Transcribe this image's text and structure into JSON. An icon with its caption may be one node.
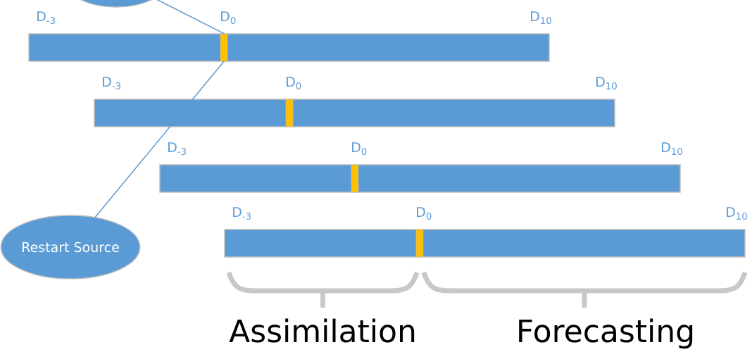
{
  "diagram": {
    "nodes": [
      {
        "text": [],
        "shape": "ellipse"
      },
      {
        "text": [],
        "shape": "bar",
        "beside": [
          "D$_{-3}$",
          "D$_{0}$",
          "D$_{10}$"
        ]
      },
      {
        "text": [],
        "shape": "bar",
        "in": 1
      },
      {
        "text": [],
        "shape": "bar",
        "beside": [
          "D$_{-3}$",
          "D$_{0}$",
          "D$_{10}$"
        ]
      },
      {
        "text": [],
        "shape": "bar",
        "in": 3
      },
      {
        "text": [],
        "shape": "bar",
        "beside": [
          "D$_{-3}$",
          "D$_{0}$",
          "D$_{10}$"
        ]
      },
      {
        "text": [],
        "shape": "bar",
        "in": 5
      },
      {
        "text": [],
        "shape": "bar",
        "beside": [
          "D$_{-3}$",
          "D$_{0}$",
          "D$_{10}$"
        ]
      },
      {
        "text": [],
        "shape": "bar",
        "in": 7
      },
      {
        "text": [
          "Restart Source"
        ]
      }
    ],
    "edges": [
      {
        "from": 0,
        "to": 2,
        "arrow": "none"
      },
      {
        "from": 2,
        "to": 9,
        "arrow": "none"
      }
    ],
    "labels": [
      "Assimilation",
      "Forecasting"
    ]
  }
}
